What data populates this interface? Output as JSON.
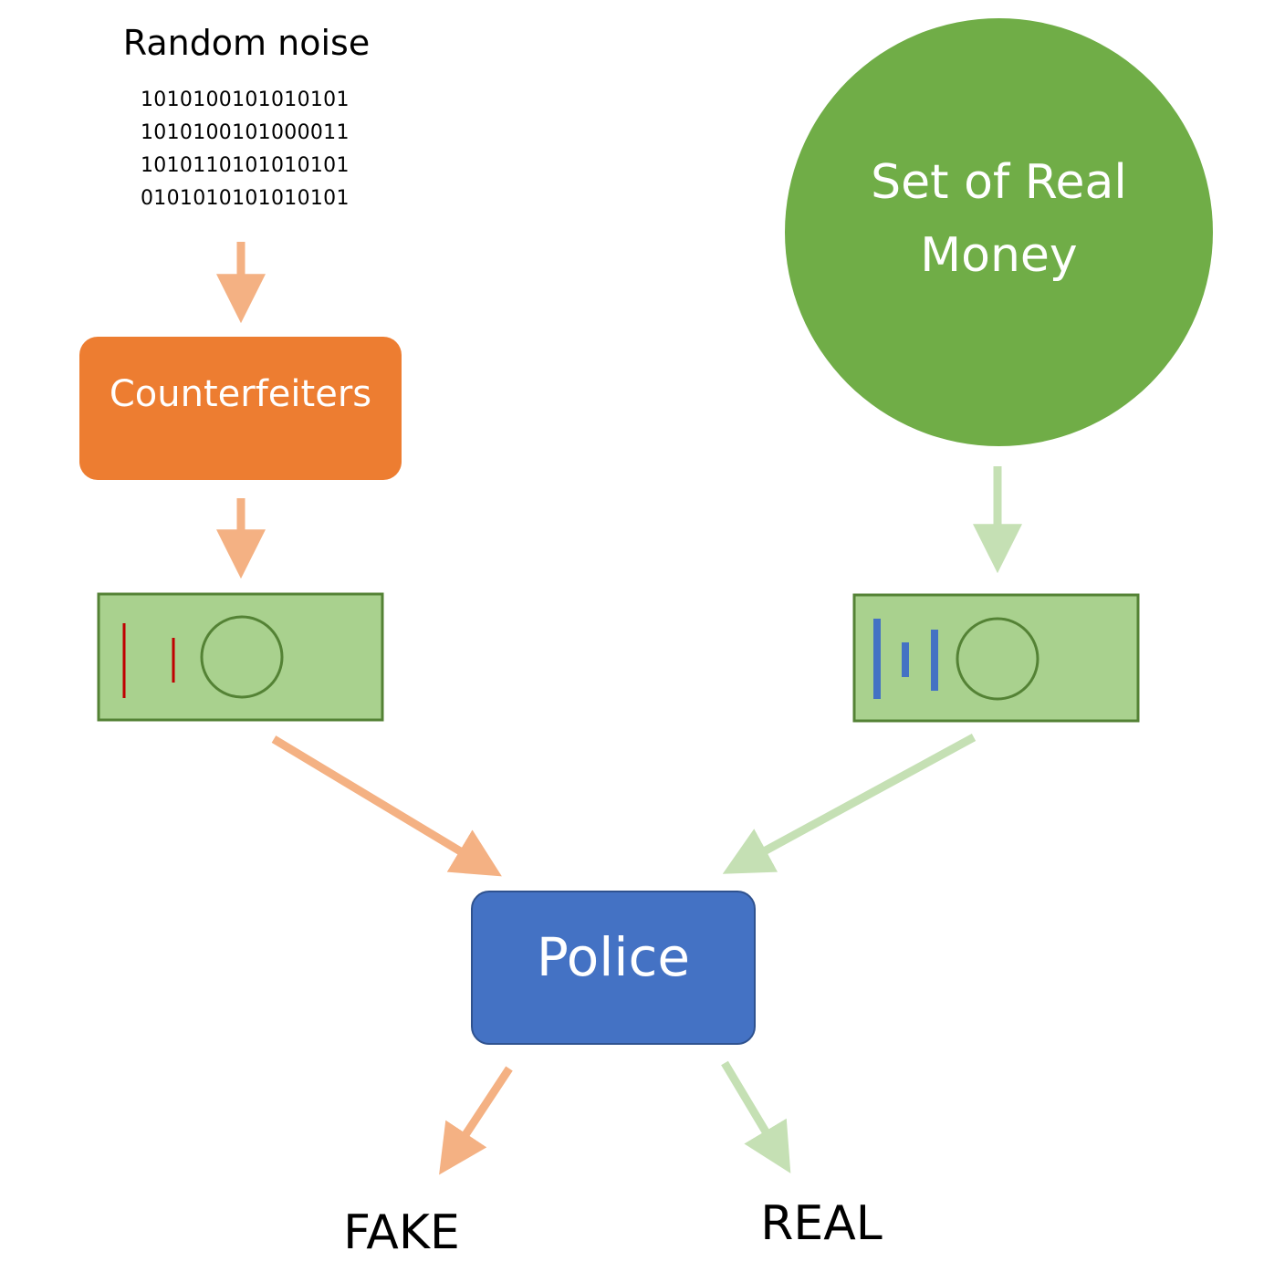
{
  "noise": {
    "title": "Random noise",
    "lines": [
      "1010100101010101",
      "1010100101000011",
      "1010110101010101",
      "0101010101010101"
    ]
  },
  "counterfeiters": {
    "label": "Counterfeiters",
    "color": "#ED7D31"
  },
  "real_money": {
    "label": "Set of Real\nMoney",
    "color": "#70AD47"
  },
  "police": {
    "label": "Police",
    "color": "#4472C4"
  },
  "outputs": {
    "fake": "FAKE",
    "real": "REAL"
  },
  "colors": {
    "orange_arrow": "#F4B183",
    "green_arrow": "#C5E0B4",
    "bill_fill": "#A9D18E",
    "bill_border": "#548235",
    "fake_marks": "#C00000",
    "real_marks": "#4472C4"
  }
}
